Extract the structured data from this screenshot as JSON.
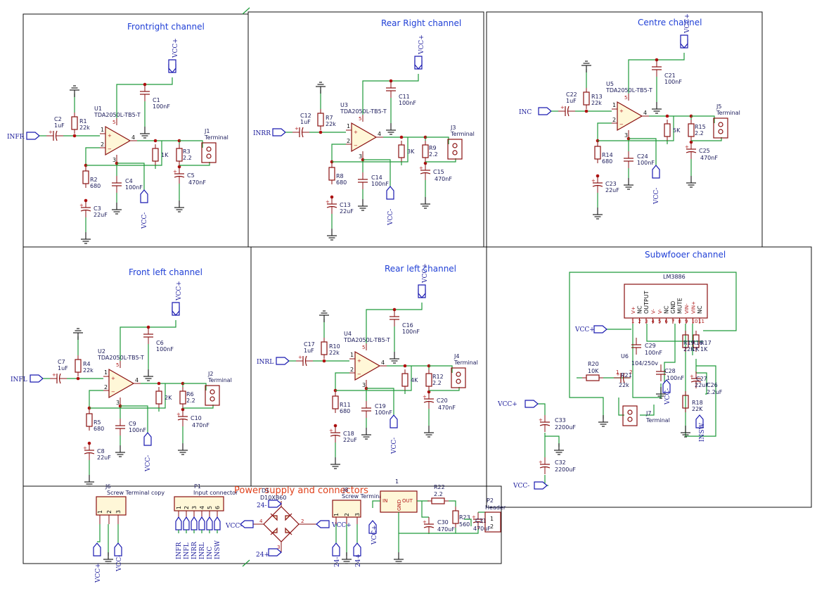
{
  "sections": {
    "front_right": "Frontright channel",
    "rear_right": "Rear Right channel",
    "centre": "Centre channel",
    "front_left": "Front left channel",
    "rear_left": "Rear left channel",
    "subwoofer": "Subwfooer channel",
    "power": "Power supply and connectors"
  },
  "channels": [
    {
      "key": "fr",
      "amp_ref": "U1",
      "amp_part": "TDA2050L-TB5-T",
      "input": "INFR",
      "in_cap": "C2",
      "in_cap_val": "1uF",
      "in_res": "R1",
      "in_res_val": "22k",
      "fb_res": "R2",
      "fb_res_val": "680",
      "fb_cap": "C3",
      "fb_cap_val": "22uF",
      "sup_cap": "C1",
      "sup_cap_val": "100nF",
      "neg_cap": "C4",
      "neg_cap_val": "100nF",
      "load_res_val": "1K",
      "zob_res": "R3",
      "zob_res_val": "2.2",
      "zob_cap": "C5",
      "zob_cap_val": "470nF",
      "out": "J1",
      "out_label": "Terminal",
      "vcc_pos": "VCC+",
      "vcc_neg": "VCC-"
    },
    {
      "key": "rr",
      "amp_ref": "U3",
      "amp_part": "TDA2050L-TB5-T",
      "input": "INRR",
      "in_cap": "C12",
      "in_cap_val": "1uF",
      "in_res": "R7",
      "in_res_val": "22k",
      "fb_res": "R8",
      "fb_res_val": "680",
      "fb_cap": "C13",
      "fb_cap_val": "22uF",
      "sup_cap": "C11",
      "sup_cap_val": "100nF",
      "neg_cap": "C14",
      "neg_cap_val": "100nF",
      "load_res_val": "3K",
      "zob_res": "R9",
      "zob_res_val": "2.2",
      "zob_cap": "C15",
      "zob_cap_val": "470nF",
      "out": "J3",
      "out_label": "Terminal",
      "vcc_pos": "VCC+",
      "vcc_neg": "VCC-"
    },
    {
      "key": "c",
      "amp_ref": "U5",
      "amp_part": "TDA2050L-TB5-T",
      "input": "INC",
      "in_cap": "C22",
      "in_cap_val": "1uF",
      "in_res": "R13",
      "in_res_val": "22k",
      "fb_res": "R14",
      "fb_res_val": "680",
      "fb_cap": "C23",
      "fb_cap_val": "22uF",
      "sup_cap": "C21",
      "sup_cap_val": "100nF",
      "neg_cap": "C24",
      "neg_cap_val": "100nF",
      "load_res_val": "5K",
      "zob_res": "R15",
      "zob_res_val": "2.2",
      "zob_cap": "C25",
      "zob_cap_val": "470nF",
      "out": "J5",
      "out_label": "Terminal",
      "vcc_pos": "VCC+",
      "vcc_neg": "VCC-"
    },
    {
      "key": "fl",
      "amp_ref": "U2",
      "amp_part": "TDA2050L-TB5-T",
      "input": "INFL",
      "in_cap": "C7",
      "in_cap_val": "1uF",
      "in_res": "R4",
      "in_res_val": "22k",
      "fb_res": "R5",
      "fb_res_val": "680",
      "fb_cap": "C8",
      "fb_cap_val": "22uF",
      "sup_cap": "C6",
      "sup_cap_val": "100nF",
      "neg_cap": "C9",
      "neg_cap_val": "100nF",
      "load_res_val": "2K",
      "zob_res": "R6",
      "zob_res_val": "2.2",
      "zob_cap": "C10",
      "zob_cap_val": "470nF",
      "out": "J2",
      "out_label": "Terminal",
      "vcc_pos": "VCC+",
      "vcc_neg": "VCC-"
    },
    {
      "key": "rl",
      "amp_ref": "U4",
      "amp_part": "TDA2050L-TB5-T",
      "input": "INRL",
      "in_cap": "C17",
      "in_cap_val": "1uF",
      "in_res": "R10",
      "in_res_val": "22k",
      "fb_res": "R11",
      "fb_res_val": "680",
      "fb_cap": "C18",
      "fb_cap_val": "22uF",
      "sup_cap": "C16",
      "sup_cap_val": "100nF",
      "neg_cap": "C19",
      "neg_cap_val": "100nF",
      "load_res_val": "4K",
      "zob_res": "R12",
      "zob_res_val": "2.2",
      "zob_cap": "C20",
      "zob_cap_val": "470nF",
      "out": "J4",
      "out_label": "Terminal",
      "vcc_pos": "VCC+",
      "vcc_neg": "VCC-"
    }
  ],
  "subwoofer": {
    "ic_part": "LM3886",
    "ic_pins": [
      "V+",
      "NC",
      "OUTPUT",
      "V-",
      "V-",
      "NC",
      "GND",
      "MUTE",
      "VIN-",
      "VIN+",
      "NC"
    ],
    "pin_numbers": [
      "1",
      "2",
      "3",
      "4",
      "5",
      "6",
      "7",
      "8",
      "9",
      "10",
      "11"
    ],
    "vcc_pos": "VCC+",
    "vcc_neg": "VCC-",
    "r20": "R20",
    "r20_val": "10K",
    "c29": "C29",
    "c29_val": "100nF",
    "u6": "U6",
    "u6_val": "104/250v",
    "r21": "R21",
    "r21_val": "22k",
    "c28": "C28",
    "c28_val": "100nF",
    "c27": "C27",
    "c27_val": "22uF",
    "c26": "C26",
    "c26_val": "2.2uF",
    "r19": "R19",
    "r19_val": "22K",
    "r16": "R16",
    "r16_val": "1K",
    "r17": "R17",
    "r17_val": "1K",
    "r18": "R18",
    "r18_val": "22K",
    "input": "INSW",
    "out": "J7",
    "out_label": "Terminal",
    "c33": "C33",
    "c33_val": "2200uF",
    "c32": "C32",
    "c32_val": "2200uF",
    "pin1": "1",
    "pin2": "2"
  },
  "power": {
    "j6_ref": "J6",
    "j6_label": "Screw Terminal copy",
    "j6_pins": [
      "1",
      "2",
      "3"
    ],
    "p1_ref": "P1",
    "p1_label": "Input connector",
    "p1_pins": [
      "1",
      "2",
      "3",
      "4",
      "5",
      "6"
    ],
    "inputs": [
      "INFR",
      "INFL",
      "INRR",
      "INRL",
      "INC",
      "INSW"
    ],
    "bridge_ref": "D1",
    "bridge_part": "D10XB60",
    "bridge_pins": [
      "1",
      "2",
      "3",
      "4"
    ],
    "j8_ref": "J8",
    "j8_label": "Screw Terminal",
    "j8_pins": [
      "1",
      "2",
      "3"
    ],
    "reg_ref": "1",
    "reg_in": "IN",
    "reg_out": "OUT",
    "reg_gnd": "GND",
    "r22": "R22",
    "r22_val": "2.2",
    "r23": "R23",
    "r23_val": "560",
    "c30": "C30",
    "c30_val": "470uF",
    "c31": "C31",
    "c31_val": "470uF",
    "p2_ref": "P2",
    "p2_label": "Header",
    "p2_pins": [
      "1",
      "2"
    ],
    "v24p": "24+",
    "v24n": "24-",
    "vcc_pos": "VCC+",
    "vcc_neg": "VCC-"
  }
}
